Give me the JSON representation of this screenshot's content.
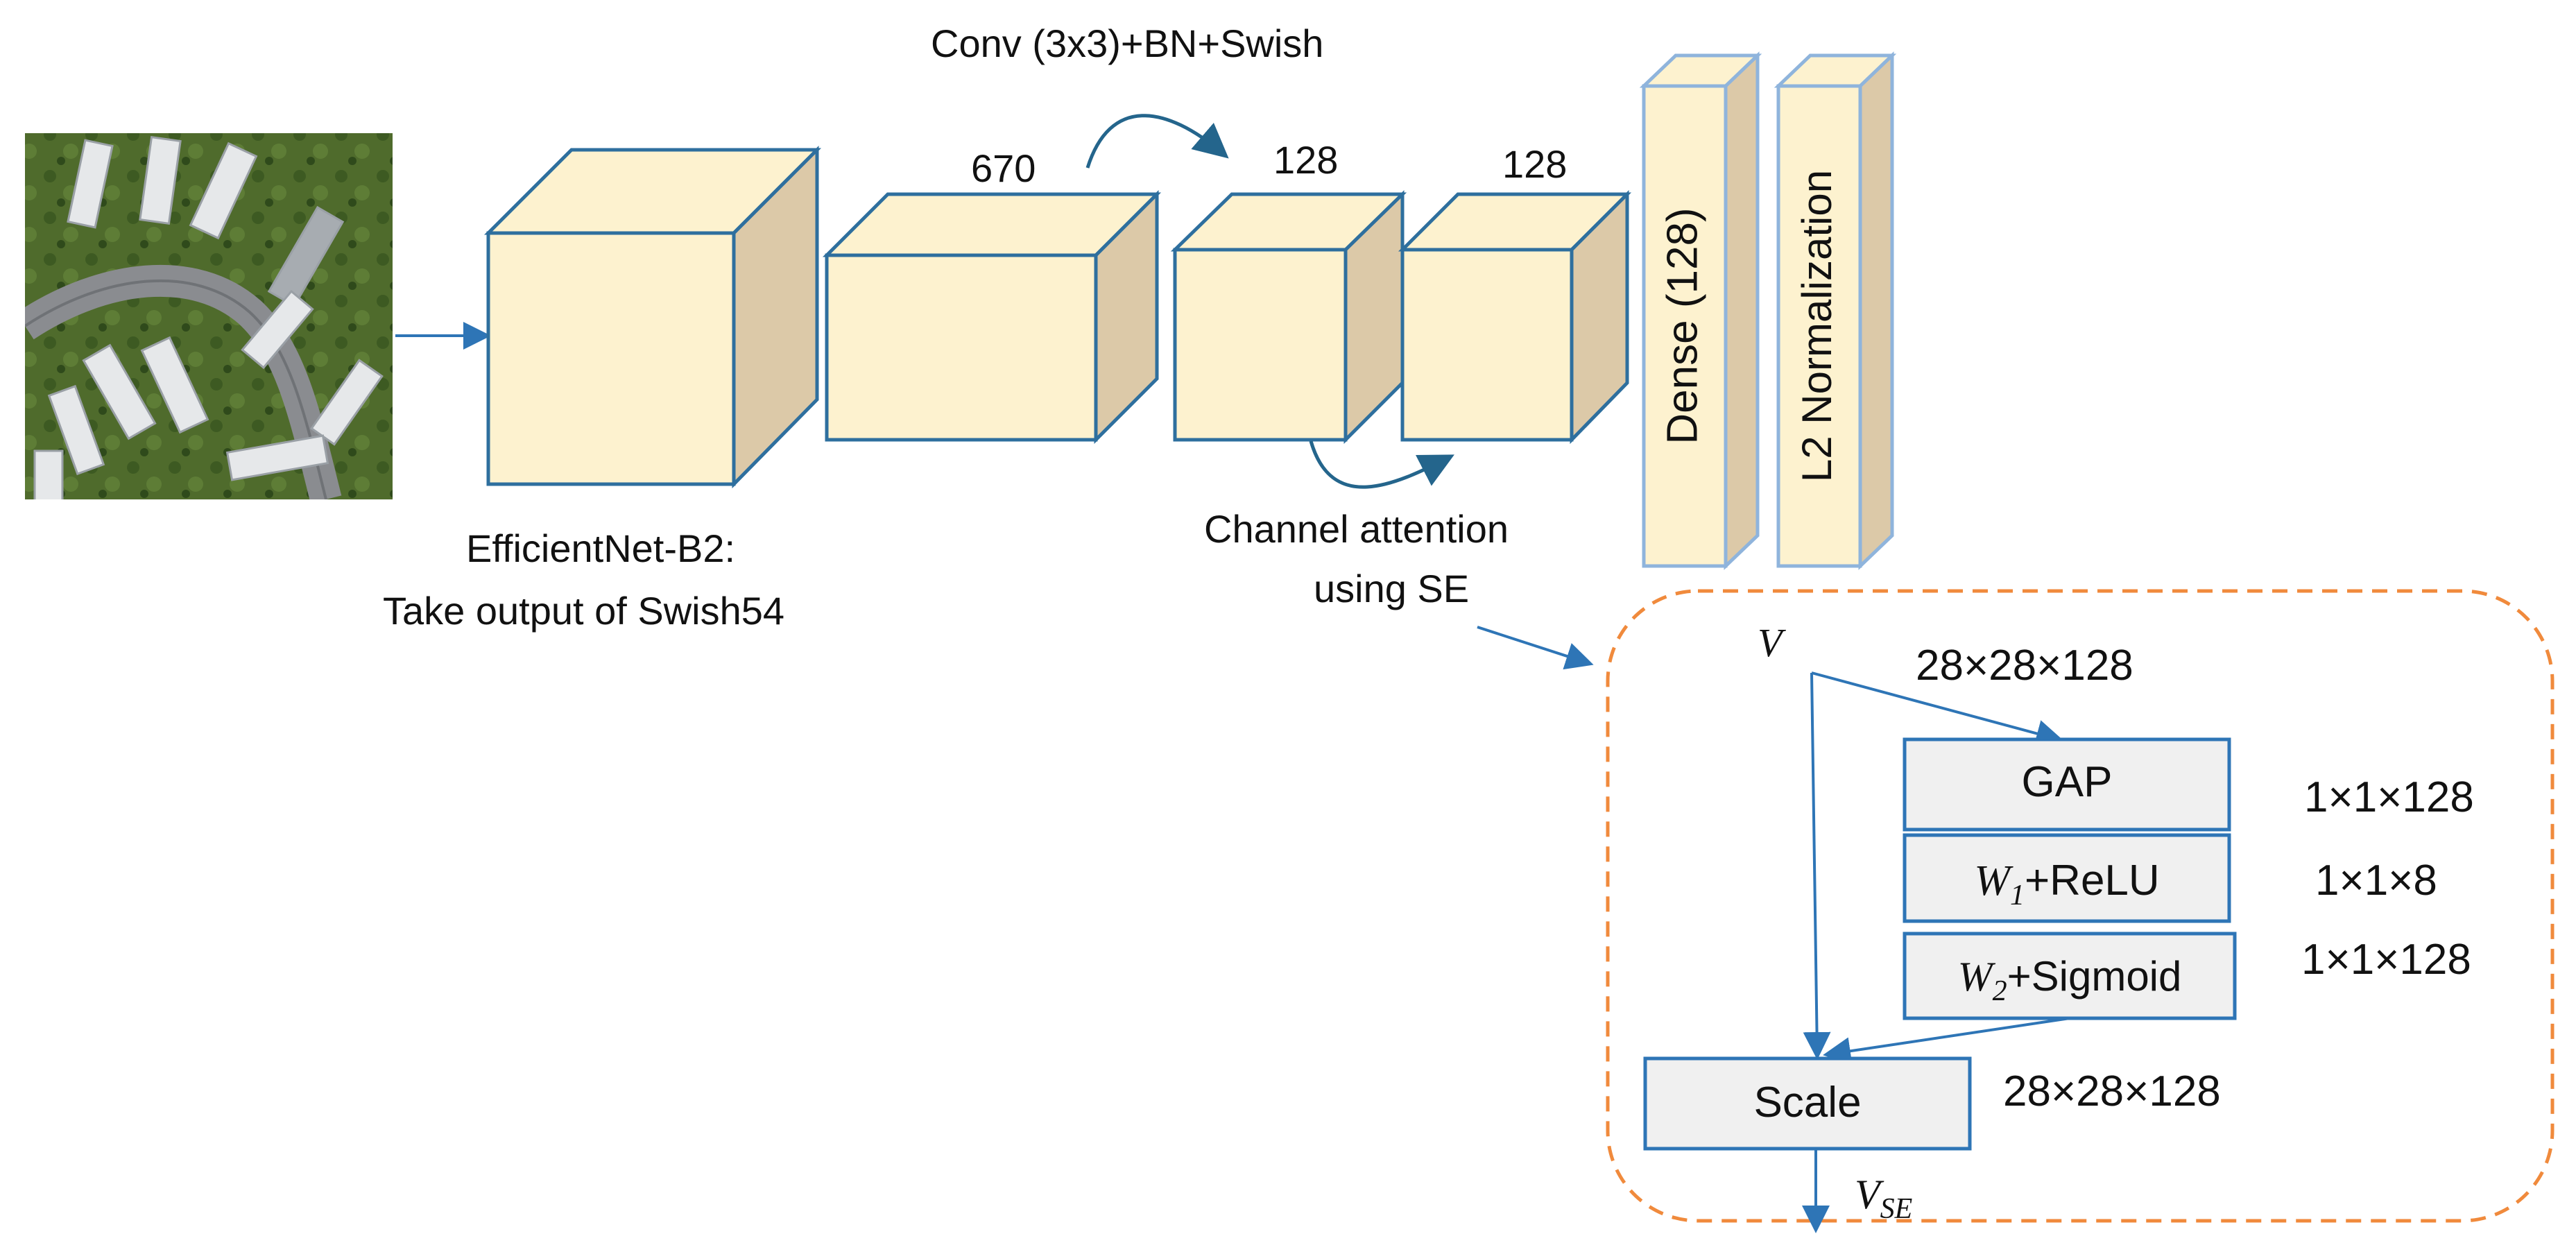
{
  "colors": {
    "box_fill": "#fdf2cf",
    "box_side": "#dcc9a8",
    "box_stroke": "#2e6f9e",
    "arrow": "#2e75b6",
    "curve_arrow": "#24658c",
    "dense_stroke": "#8fb4dc",
    "se_border": "#f08a3c",
    "se_box_fill": "#f0f0f0",
    "se_box_stroke": "#2e75b6"
  },
  "labels": {
    "conv_label": "Conv (3x3)+BN+Swish",
    "block2_channels": "670",
    "block3_channels": "128",
    "block4_channels": "128",
    "dense": "Dense (128)",
    "l2": "L2 Normalization",
    "backbone_line1": "EfficientNet-B2:",
    "backbone_line2": "Take output of Swish54",
    "attention_line1": "Channel attention",
    "attention_line2": "using SE"
  },
  "se": {
    "v": "V",
    "v_dims": "28×28×128",
    "gap": "GAP",
    "gap_dims": "1×1×128",
    "w1_sym": "W",
    "w1_sub": "1",
    "w1_rest": "+ReLU",
    "w1_dims": "1×1×8",
    "w2_sym": "W",
    "w2_sub": "2",
    "w2_rest": "+Sigmoid",
    "w2_dims": "1×1×128",
    "scale": "Scale",
    "scale_dims": "28×28×128",
    "vse_sym": "V",
    "vse_sub": "SE"
  }
}
